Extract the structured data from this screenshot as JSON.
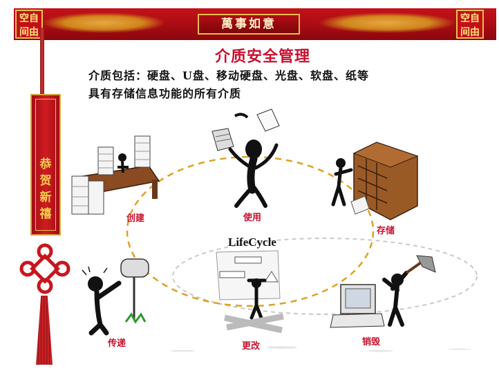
{
  "header": {
    "left_corner": [
      "空自",
      "间由"
    ],
    "right_corner": [
      "空自",
      "间由"
    ],
    "center_plaque": "萬事如意"
  },
  "title": "介质安全管理",
  "description": {
    "line1": "介质包括：硬盘、U盘、移动硬盘、光盘、软盘、纸等",
    "line2": "具有存储信息功能的所有介质"
  },
  "tassel": {
    "text": [
      "恭",
      "贺",
      "新",
      "禧"
    ]
  },
  "lifecycle": {
    "label": "LifeCycle",
    "stages": {
      "create": "创建",
      "use": "使用",
      "store": "存储",
      "transfer": "传递",
      "modify": "更改",
      "destroy": "销毁"
    }
  },
  "colors": {
    "banner_red": "#b20d14",
    "gold": "#e7be4b",
    "title_red": "#c8102e",
    "cycle_line": "#e0a020"
  }
}
